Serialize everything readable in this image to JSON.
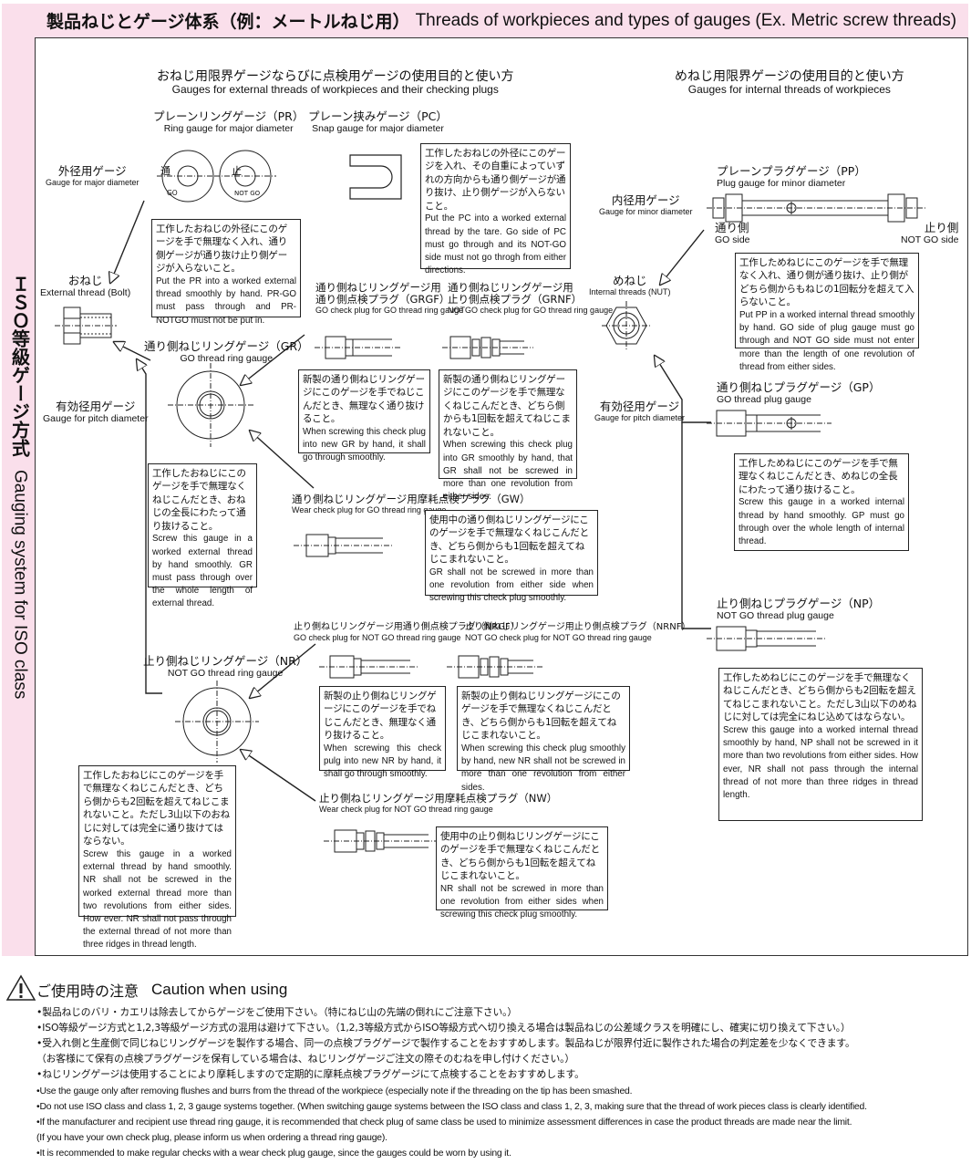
{
  "header": {
    "title_jp": "製品ねじとゲージ体系（例：メートルねじ用）",
    "title_en": "Threads of workpieces and types of gauges (Ex. Metric screw threads)"
  },
  "sidebar": {
    "title_jp": "ＩＳＯ等級ゲージ方式",
    "title_en": "Gauging system for ISO class"
  },
  "sections": {
    "external": {
      "jp": "おねじ用限界ゲージならびに点検用ゲージの使用目的と使い方",
      "en": "Gauges for external threads of workpieces and their checking plugs"
    },
    "internal": {
      "jp": "めねじ用限界ゲージの使用目的と使い方",
      "en": "Gauges for internal threads of workpieces"
    }
  },
  "labels": {
    "pr": {
      "jp": "プレーンリングゲージ（PR）",
      "en": "Ring gauge for major diameter"
    },
    "pc": {
      "jp": "プレーン挟みゲージ（PC）",
      "en": "Snap gauge for major diameter"
    },
    "major": {
      "jp": "外径用ゲージ",
      "en": "Gauge for major diameter"
    },
    "bolt": {
      "jp": "おねじ",
      "en": "External thread (Bolt)"
    },
    "gr": {
      "jp": "通り側ねじリングゲージ（GR）",
      "en": "GO thread ring gauge"
    },
    "pitch_ext": {
      "jp": "有効径用ゲージ",
      "en": "Gauge for pitch diameter"
    },
    "grgf": {
      "jp1": "通り側ねじリングゲージ用",
      "jp2": "通り側点検プラグ（GRGF）",
      "en": "GO check plug for GO thread ring gauge"
    },
    "grnf": {
      "jp1": "通り側ねじリングゲージ用",
      "jp2": "止り側点検プラグ（GRNF）",
      "en": "NOTGO check plug for GO thread ring gauge"
    },
    "gw": {
      "jp": "通り側ねじリングゲージ用摩耗点検プラグ（GW）",
      "en": "Wear check plug for GO thread ring gauge"
    },
    "nrgf": {
      "jp": "止り側ねじリングゲージ用通り側点検プラグ（NRGF）",
      "en": "GO check plug for NOT GO thread ring gauge"
    },
    "nrnf": {
      "jp": "止り側ねじリングゲージ用止り側点検プラグ（NRNF）",
      "en": "NOT GO check plug for NOT GO thread ring gauge"
    },
    "nr": {
      "jp": "止り側ねじリングゲージ（NR）",
      "en": "NOT GO thread ring gauge"
    },
    "nw": {
      "jp": "止り側ねじリングゲージ用摩耗点検プラグ（NW）",
      "en": "Wear check plug for NOT GO thread ring gauge"
    },
    "minor": {
      "jp": "内径用ゲージ",
      "en": "Gauge for minor diameter"
    },
    "pp": {
      "jp": "プレーンプラグゲージ（PP）",
      "en": "Plug gauge for minor diameter"
    },
    "pp_go": {
      "jp": "通り側",
      "en": "GO side"
    },
    "pp_notgo": {
      "jp": "止り側",
      "en": "NOT GO side"
    },
    "nut": {
      "jp": "めねじ",
      "en": "Internal threads (NUT)"
    },
    "pitch_int": {
      "jp": "有効径用ゲージ",
      "en": "Gauge for pitch diameter"
    },
    "gp": {
      "jp": "通り側ねじプラグゲージ（GP）",
      "en": "GO thread plug gauge"
    },
    "np": {
      "jp": "止り側ねじプラグゲージ（NP）",
      "en": "NOT GO thread plug gauge"
    },
    "ring_go": "通",
    "ring_go_sub": "GO",
    "ring_stop": "止",
    "ring_stop_sub": "NOT GO"
  },
  "notes": {
    "pr": {
      "jp": "工作したおねじの外径にこのゲージを手で無理なく入れ、通り側ゲージが通り抜け止り側ゲージが入らないこと。",
      "en": "Put the PR into a worked external thread smoothly by hand. PR-GO must pass through and PR-NOTGO must not be put in."
    },
    "pc": {
      "jp": "工作したおねじの外径にこのゲージを入れ、その自重によっていずれの方向からも通り側ゲージが通り抜け、止り側ゲージが入らないこと。",
      "en": "Put the PC into a worked external thread by the tare. Go side of PC must go through and its NOT-GO side must not go throgh from either directions."
    },
    "pp": {
      "jp": "工作しためねじにこのゲージを手で無理なく入れ、通り側が通り抜け、止り側がどちら側からもねじの1回転分を超えて入らないこと。",
      "en": "Put PP in a worked internal thread smoothly by hand. GO side of plug gauge must go through and NOT GO side must not enter more than the length of one revolution of thread from either sides."
    },
    "grgf": {
      "jp": "新製の通り側ねじリングゲージにこのゲージを手でねじこんだとき、無理なく通り抜けること。",
      "en": "When screwing this check plug into new GR by hand, it shall go through smoothly."
    },
    "grnf": {
      "jp": "新製の通り側ねじリングゲージにこのゲージを手で無理なくねじこんだとき、どちら側からも1回転を超えてねじこまれないこと。",
      "en": "When screwing this check plug into GR smoothly by hand, that GR shall not be screwed in more than one revolution from either sides."
    },
    "gp": {
      "jp": "工作しためねじにこのゲージを手で無理なくねじこんだとき、めねじの全長にわたって通り抜けること。",
      "en": "Screw this gauge in a worked internal thread by hand smoothly. GP must go through over the whole length of internal thread."
    },
    "gr": {
      "jp": "工作したおねじにこのゲージを手で無理なくねじこんだとき、おねじの全長にわたって通り抜けること。",
      "en": "Screw this gauge in a worked external thread by hand smoothly. GR must pass through over the whole length of external thread."
    },
    "gw": {
      "jp": "使用中の通り側ねじリングゲージにこのゲージを手で無理なくねじこんだとき、どちら側からも1回転を超えてねじこまれないこと。",
      "en": "GR shall not be screwed in more than one revolution from either side when screwing this check plug smoothly."
    },
    "np": {
      "jp": "工作しためねじにこのゲージを手で無理なくねじこんだとき、どちら側からも2回転を超えてねじこまれないこと。ただし3山以下のめねじに対しては完全にねじ込めてはならない。",
      "en": "Screw this gauge into a worked internal thread smoothly by hand, NP shall not be screwed in it more than two revolutions from either sides. How ever, NR shall not pass through the internal thread of not more than three ridges in thread length."
    },
    "nrgf": {
      "jp": "新製の止り側ねじリングゲージにこのゲージを手でねじこんだとき、無理なく通り抜けること。",
      "en": "When screwing this check pulg into new NR by hand, it shall go through smoothly."
    },
    "nrnf": {
      "jp": "新製の止り側ねじリングゲージにこのゲージを手で無理なくねじこんだとき、どちら側からも1回転を超えてねじこまれないこと。",
      "en": "When screwing this check plug smoothly by hand, new NR shall not be screwed in more than one revolution from either sides."
    },
    "nr": {
      "jp": "工作したおねじにこのゲージを手で無理なくねじこんだとき、どちら側からも2回転を超えてねじこまれないこと。ただし3山以下のおねじに対しては完全に通り抜けてはならない。",
      "en": "Screw this gauge in a worked external thread by hand smoothly. NR shall not be screwed in the worked external thread more than two revolutions from either sides.  How ever. NR shall not pass through the external thread of not more than three ridges in thread length."
    },
    "nw": {
      "jp": "使用中の止り側ねじリングゲージにこのゲージを手で無理なくねじこんだとき、どちら側からも1回転を超えてねじこまれないこと。",
      "en": "NR shall not be screwed in more than one revolution from either sides when screwing this check plug smoothly."
    }
  },
  "caution": {
    "title_jp": "ご使用時の注意",
    "title_en": "Caution when using",
    "jp_lines": [
      "•製品ねじのバリ・カエリは除去してからゲージをご使用下さい。（特にねじ山の先端の倒れにご注意下さい。）",
      "•ISO等級ゲージ方式と1,2,3等級ゲージ方式の混用は避けて下さい。（1,2,3等級方式からISO等級方式へ切り換える場合は製品ねじの公差域クラスを明確にし、確実に切り換えて下さい。）",
      "•受入れ側と生産側で同じねじリングゲージを製作する場合、同一の点検プラグゲージで製作することをおすすめします。製品ねじが限界付近に製作された場合の判定差を少なくできます。",
      "（お客様にて保有の点検プラグゲージを保有している場合は、ねじリングゲージご注文の際そのむねを申し付けください。）",
      "•ねじリングゲージは使用することにより摩耗しますので定期的に摩耗点検プラグゲージにて点検することをおすすめします。"
    ],
    "en_lines": [
      "•Use the gauge only after removing flushes and burrs from the thread of the workpiece (especially note if the threading on the tip has been smashed.",
      "•Do not use ISO class and class 1, 2, 3 gauge systems together. (When switching gauge systems between the ISO class and class 1, 2, 3, making sure that the thread of work pieces class is clearly identified.",
      "•If the manufacturer and recipient use thread ring gauge, it is recommended that check plug of same class be used to minimize assessment differences in case the product  threads are   made near the limit.",
      " (If you have your own check plug, please inform us when ordering a thread ring gauge).",
      "•It is recommended to make regular checks with a wear check plug gauge, since the gauges could be worn by using it."
    ]
  }
}
